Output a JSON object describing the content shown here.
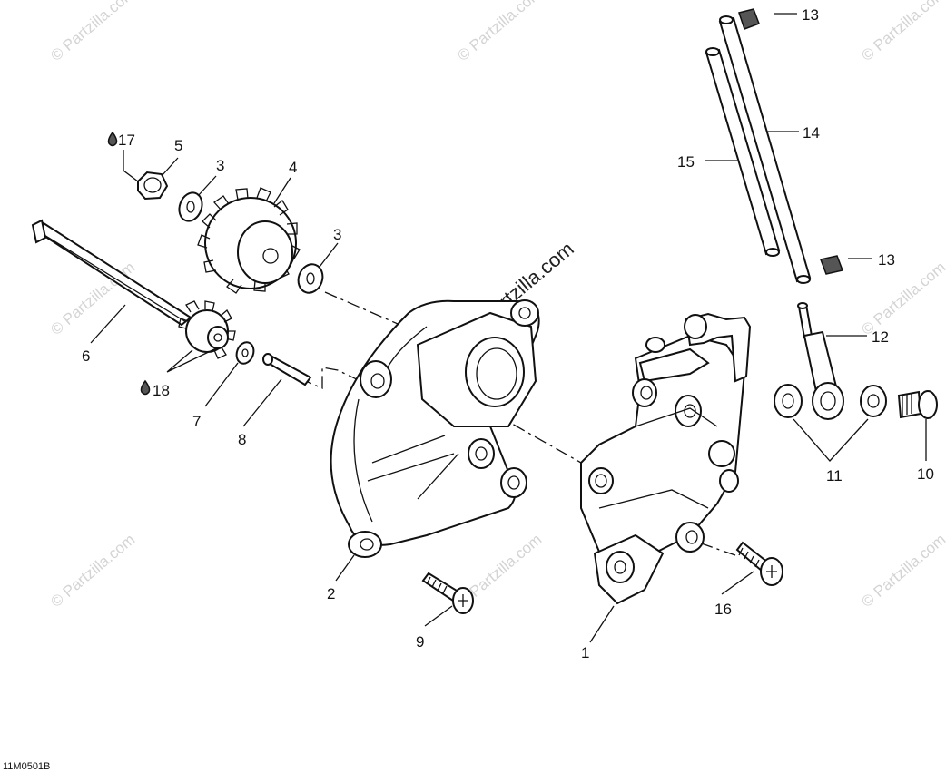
{
  "diagram": {
    "code": "11M0501B",
    "watermark": "© Partzilla.com",
    "callouts": {
      "c1": "1",
      "c2": "2",
      "c3a": "3",
      "c3b": "3",
      "c4": "4",
      "c5": "5",
      "c6": "6",
      "c7": "7",
      "c8": "8",
      "c9": "9",
      "c10": "10",
      "c11": "11",
      "c12": "12",
      "c13a": "13",
      "c13b": "13",
      "c14": "14",
      "c15": "15",
      "c16": "16",
      "c17": "17",
      "c18": "18"
    },
    "drop_icon": "oil-drop-icon"
  }
}
